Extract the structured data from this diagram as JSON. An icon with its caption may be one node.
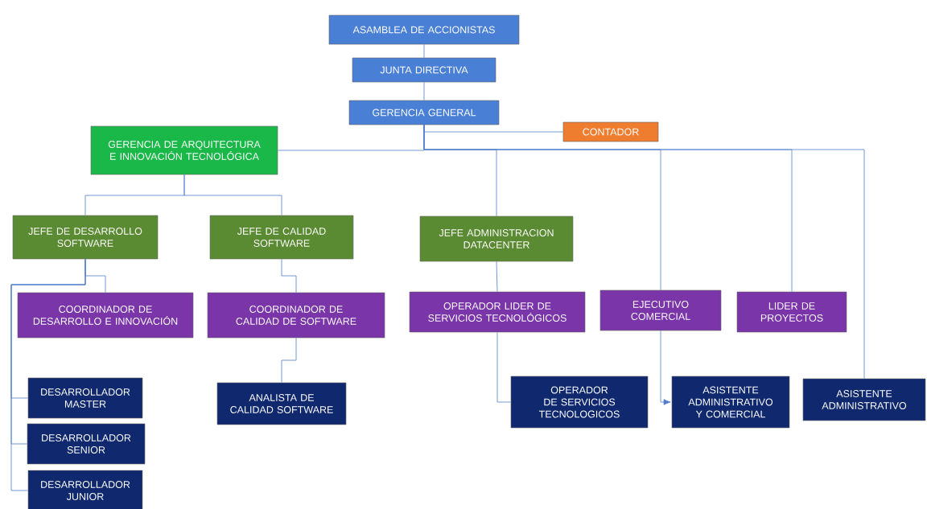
{
  "diagram": {
    "nodes": [
      {
        "text": [
          "ASAMBLEA DE ACCIONISTAS"
        ]
      },
      {
        "text": [
          "JUNTA DIRECTIVA"
        ]
      },
      {
        "text": [
          "GERENCIA GENERAL"
        ]
      },
      {
        "text": [
          "CONTADOR"
        ]
      },
      {
        "text": [
          "GERENCIA DE ARQUITECTURA E INNOVACIÓN TECNOLÓGICA"
        ]
      },
      {
        "text": [
          "JEFE DE DESARROLLO SOFTWARE"
        ]
      },
      {
        "text": [
          "JEFE  DE CALIDAD SOFTWARE"
        ]
      },
      {
        "text": [
          "JEFE ADMINISTRACION DATACENTER"
        ]
      },
      {
        "text": [
          "COORDINADOR  DE DESARROLLO E INNOVACIÓN"
        ]
      },
      {
        "text": [
          "COORDINADOR  DE CALIDAD DE SOFTWARE"
        ]
      },
      {
        "text": [
          "OPERADOR LIDER DE SERVICIOS TECNOLÓGICOS"
        ]
      },
      {
        "text": [
          "EJECUTIVO COMERCIAL"
        ]
      },
      {
        "text": [
          "LIDER DE PROYECTOS"
        ]
      },
      {
        "text": [
          "DESARROLLADOR MASTER"
        ]
      },
      {
        "text": [
          "ANALISTA DE CALIDAD SOFTWARE"
        ]
      },
      {
        "text": [
          "OPERADOR DE SERVICIOS TECNOLOGICOS"
        ]
      },
      {
        "text": [
          "ASISTENTE ADMINISTRATIVO Y COMERCIAL"
        ]
      },
      {
        "text": [
          "ASISTENTE ADMINISTRATIVO"
        ]
      },
      {
        "text": [
          "DESARROLLADOR SENIOR"
        ]
      },
      {
        "text": [
          "DESARROLLADOR JUNIOR"
        ]
      }
    ],
    "edges": [
      {
        "from": 0,
        "to": 1,
        "arrow": "none"
      },
      {
        "from": 1,
        "to": 2,
        "arrow": "none"
      },
      {
        "from": 2,
        "to": 3,
        "arrow": "none"
      },
      {
        "from": 2,
        "to": 4,
        "arrow": "none"
      },
      {
        "from": 2,
        "to": 7,
        "arrow": "none"
      },
      {
        "from": 2,
        "to": 11,
        "arrow": "none"
      },
      {
        "from": 2,
        "to": 12,
        "arrow": "none"
      },
      {
        "from": 2,
        "to": 17,
        "arrow": "none"
      },
      {
        "from": 4,
        "to": 5,
        "arrow": "none"
      },
      {
        "from": 4,
        "to": 6,
        "arrow": "none"
      },
      {
        "from": 5,
        "to": 8,
        "arrow": "none"
      },
      {
        "from": 5,
        "to": 13,
        "arrow": "none"
      },
      {
        "from": 5,
        "to": 18,
        "arrow": "none"
      },
      {
        "from": 5,
        "to": 19,
        "arrow": "none"
      },
      {
        "from": 6,
        "to": 9,
        "arrow": "none"
      },
      {
        "from": 9,
        "to": 14,
        "arrow": "none"
      },
      {
        "from": 7,
        "to": 10,
        "arrow": "none"
      },
      {
        "from": 10,
        "to": 15,
        "arrow": "none"
      },
      {
        "from": 11,
        "to": 16,
        "arrow": "to"
      }
    ]
  }
}
